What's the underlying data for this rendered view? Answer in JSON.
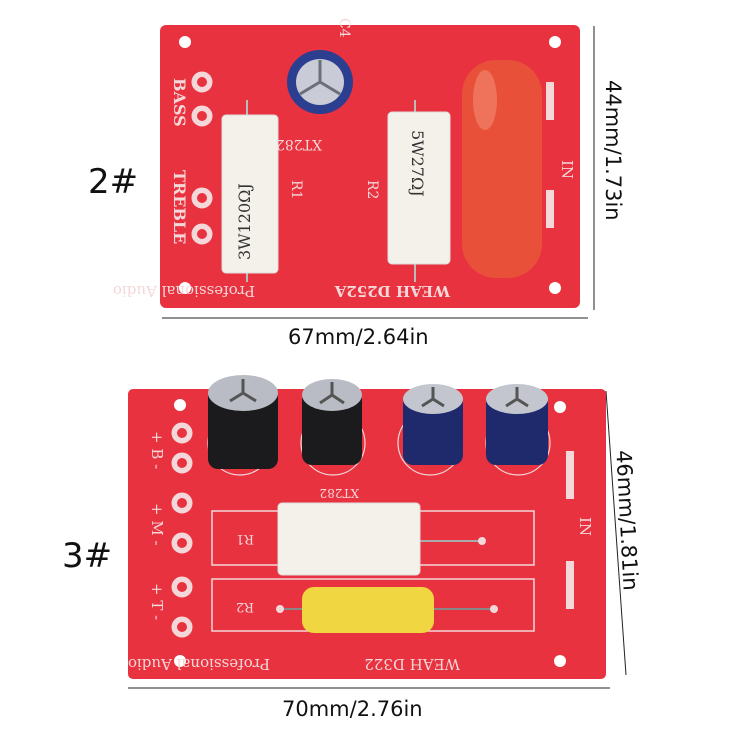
{
  "board1": {
    "label": "2#",
    "width_dim": "67mm/2.64in",
    "height_dim": "44mm/1.73in",
    "silk_bass": "BASS",
    "silk_treble": "TREBLE",
    "silk_in": "IN",
    "silk_brand": "WEAH D252A",
    "silk_audio": "Professional Audio",
    "silk_r1": "R1",
    "silk_r2": "R2",
    "silk_c4": "C4",
    "silk_txt": "XT282X",
    "res1": "3W120ΩJ",
    "res2": "5W27ΩJ"
  },
  "board2": {
    "label": "3#",
    "width_dim": "70mm/2.76in",
    "height_dim": "46mm/1.81in",
    "silk_b": "+ B -",
    "silk_m": "+ M -",
    "silk_t": "+ T -",
    "silk_in": "IN",
    "silk_brand": "WEAH D322",
    "silk_audio": "Professional Audio",
    "silk_r1": "R1",
    "silk_r2": "R2",
    "silk_txt": "XT282"
  },
  "colors": {
    "pcb": "#e8323f",
    "pcb_edge": "#d01f2e",
    "silk": "#f4d7d9",
    "resistor": "#f3f1ea",
    "cap_orange": "#e8503a",
    "cap_yellow": "#f0d640"
  }
}
